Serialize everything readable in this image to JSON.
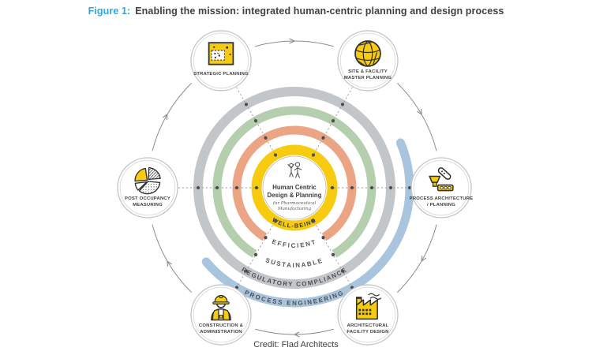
{
  "title": {
    "prefix": "Figure 1:",
    "text": "Enabling the mission: integrated human-centric planning and design process"
  },
  "credit": "Credit: Flad Architects",
  "colors": {
    "accent_yellow": "#F7CB10",
    "title_blue": "#29A9E0",
    "text_dark": "#414042",
    "ring_orange": "#EBA585",
    "ring_green": "#B5CFAE",
    "ring_gray": "#C2C6C9",
    "ring_blue": "#A9C5DD",
    "line_gray": "#8C8C8C",
    "dot_gray": "#4D4D4F"
  },
  "center": {
    "icon": "people",
    "line1": "Human Centric",
    "line2": "Design & Planning",
    "sub1": "for Pharmaceutical",
    "sub2": "Manufacturing"
  },
  "rings": [
    {
      "label": "WELL-BEING",
      "color": "#F7CB10",
      "r": 48,
      "width": 13,
      "style": "label-on-ring",
      "text_color": "#3A3A3A",
      "font_size": 7.5,
      "letter_spacing": 1.3
    },
    {
      "label": "EFFICIENT",
      "color": "#EBA585",
      "r": 73,
      "width": 11,
      "style": "label-gap",
      "gap": 31,
      "text_color": "#55565A",
      "font_size": 8,
      "letter_spacing": 2
    },
    {
      "label": "SUSTAINABLE",
      "color": "#B5CFAE",
      "r": 98,
      "width": 11,
      "style": "label-gap",
      "gap": 31,
      "text_color": "#55565A",
      "font_size": 8,
      "letter_spacing": 1.8
    },
    {
      "label": "REGULATORY COMPLIANCE",
      "color": "#C2C6C9",
      "r": 122,
      "width": 12,
      "style": "label-on-ring",
      "text_color": "#4E4F53",
      "font_size": 8,
      "letter_spacing": 1.5
    },
    {
      "label": "PROCESS ENGINEERING",
      "color": "#A9C5DD",
      "r": 146,
      "width": 11,
      "style": "arc",
      "arc_start": 67,
      "arc_end": 230,
      "text_color": "#4E4F53",
      "font_size": 8,
      "letter_spacing": 1.8
    }
  ],
  "nodes": [
    {
      "id": "strategic-planning",
      "icon": "map",
      "angle": -30,
      "label": [
        "STRATEGIC PLANNING"
      ]
    },
    {
      "id": "site-facility-master-planning",
      "icon": "globe",
      "angle": 30,
      "label": [
        "SITE & FACILITY",
        "MASTER PLANNING"
      ]
    },
    {
      "id": "process-architecture-planning",
      "icon": "process",
      "angle": 90,
      "label": [
        "PROCESS ARCHITECTURE",
        "/ PLANNING"
      ]
    },
    {
      "id": "architectural-facility-design",
      "icon": "factory",
      "angle": 150,
      "label": [
        "ARCHITECTURAL",
        "FACILITY DESIGN"
      ]
    },
    {
      "id": "construction-administration",
      "icon": "worker",
      "angle": 210,
      "label": [
        "CONSTRUCTION &",
        "ADMINISTRATION"
      ]
    },
    {
      "id": "post-occupancy-measuring",
      "icon": "pie",
      "angle": 270,
      "label": [
        "POST OCCUPANCY",
        "MEASURING"
      ]
    }
  ],
  "flow": "clockwise",
  "dot_radii": [
    48,
    73,
    98,
    122
  ],
  "blue_dot_angles": [
    90,
    150,
    210
  ]
}
